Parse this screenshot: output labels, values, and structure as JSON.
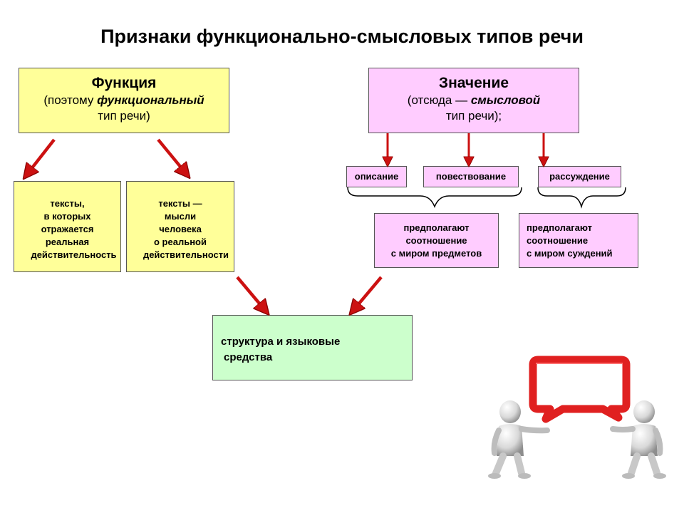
{
  "title": "Признаки функционально-смысловых типов речи",
  "function_box": {
    "heading": "Функция",
    "line1_prefix": "(поэтому ",
    "line1_emph": "функциональный",
    "line2": "тип речи)"
  },
  "meaning_box": {
    "heading": "Значение",
    "line1_prefix": "(отсюда — ",
    "line1_emph": "смысловой",
    "line2": "тип речи);"
  },
  "text_boxes": [
    {
      "lines": [
        "тексты,",
        "в которых",
        "отражается",
        "реальная",
        "действительность"
      ]
    },
    {
      "lines": [
        "тексты —",
        "мысли",
        "человека",
        "о реальной",
        "действительности"
      ]
    }
  ],
  "speech_types": [
    "описание",
    "повествование",
    "рассуждение"
  ],
  "presuppose_boxes": [
    {
      "lines": [
        "предполагают",
        "соотношение",
        "с миром предметов"
      ]
    },
    {
      "lines": [
        "предполагают",
        "соотношение",
        "с миром суждений"
      ]
    }
  ],
  "structure_box": {
    "lines": [
      "структура и языковые",
      "средства"
    ]
  },
  "colors": {
    "yellow": "#ffff99",
    "pink": "#ffccff",
    "green": "#ccffcc",
    "arrow": "#cc1111",
    "speech_bubble": "#e02020"
  }
}
